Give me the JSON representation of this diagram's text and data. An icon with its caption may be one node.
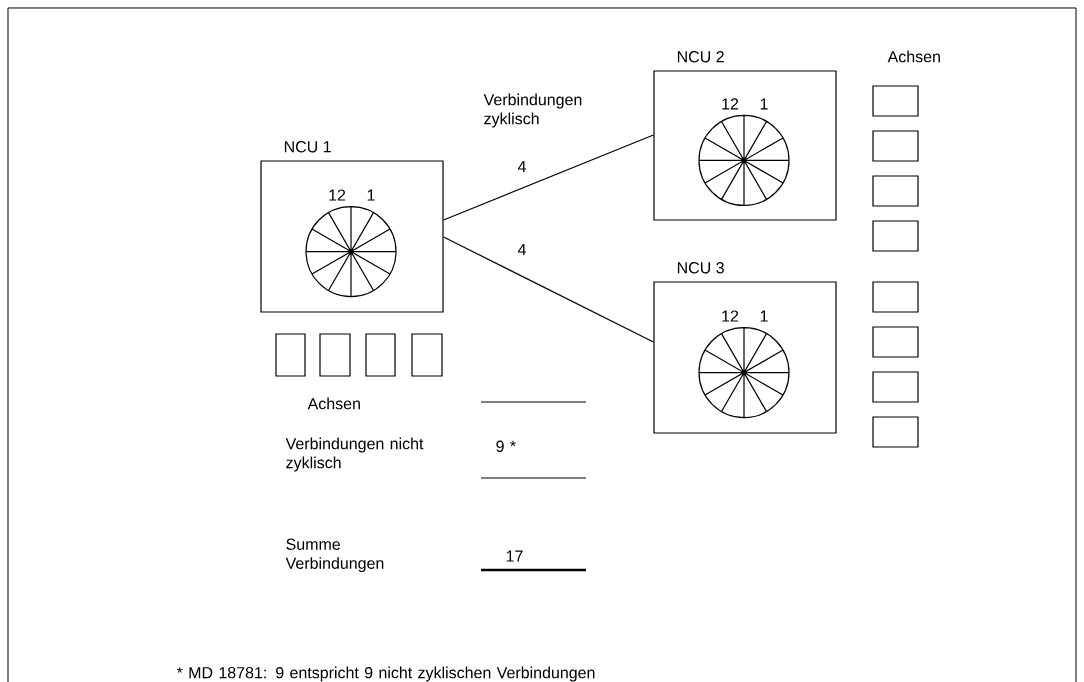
{
  "diagram": {
    "nodes": [
      {
        "text": [
          "NCU 1",
          "12",
          "1"
        ]
      },
      {
        "text": [
          "NCU 2",
          "12",
          "1"
        ]
      },
      {
        "text": [
          "NCU 3",
          "12",
          "1"
        ]
      },
      {
        "text": [],
        "shape": "box"
      },
      {
        "text": [],
        "shape": "box"
      },
      {
        "text": [],
        "shape": "box"
      },
      {
        "text": [],
        "shape": "box"
      },
      {
        "text": [],
        "shape": "box"
      },
      {
        "text": [],
        "shape": "box"
      },
      {
        "text": [],
        "shape": "box"
      },
      {
        "text": [],
        "shape": "box"
      },
      {
        "text": [],
        "shape": "box"
      },
      {
        "text": [],
        "shape": "box"
      },
      {
        "text": [],
        "shape": "box"
      },
      {
        "text": [],
        "shape": "box"
      }
    ],
    "edges": [
      {
        "from": 0,
        "to": 1,
        "arrow": "none",
        "label": "4"
      },
      {
        "from": 0,
        "to": 2,
        "arrow": "none",
        "label": "4"
      }
    ],
    "labels": [
      "Verbindungen zyklisch",
      "Achsen",
      "Achsen",
      "Verbindungen nicht zyklisch",
      "9 *",
      "Summe Verbindungen",
      "17",
      "* MD 18781: 9 entspricht 9 nicht zyklischen Verbindungen"
    ]
  }
}
